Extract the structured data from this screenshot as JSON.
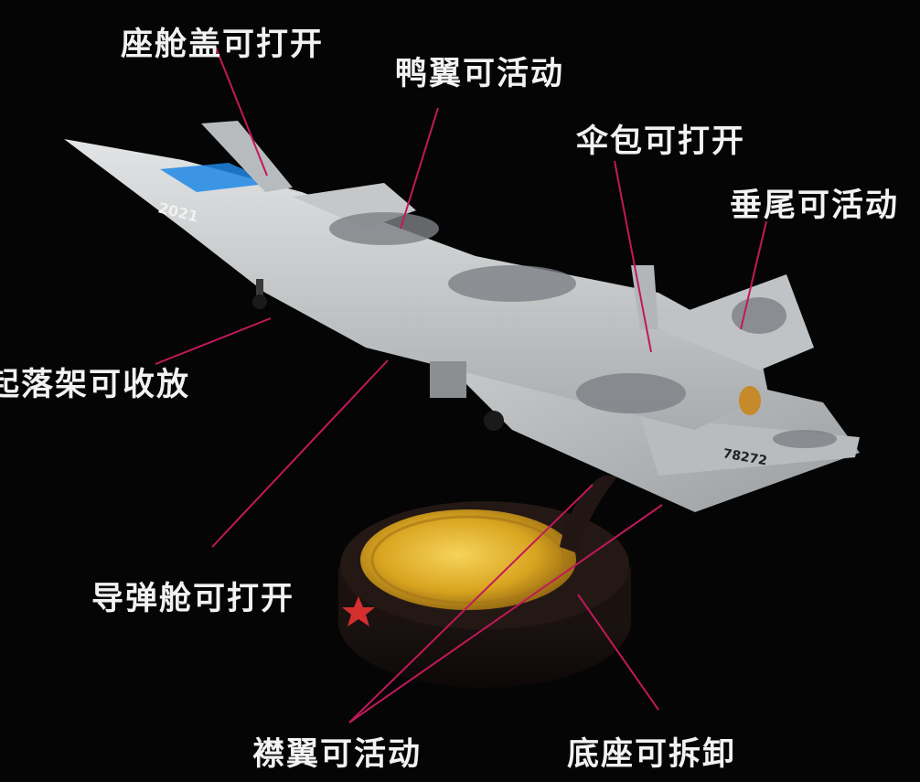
{
  "labels": {
    "canopy": "座舱盖可打开",
    "canard": "鸭翼可活动",
    "chute": "伞包可打开",
    "tail": "垂尾可活动",
    "gear": "起落架可收放",
    "bay": "导弹舱可打开",
    "flap": "襟翼可活动",
    "base": "底座可拆卸"
  },
  "aircraft": {
    "nose_number": "2021",
    "tail_number": "78272"
  },
  "colors": {
    "background": "#050505",
    "leader_line": "#c2185b",
    "camo_light": "#c9cbcc",
    "camo_dark": "#7d8084",
    "base_gold": "#d9a520",
    "base_black": "#1a1a1a"
  }
}
